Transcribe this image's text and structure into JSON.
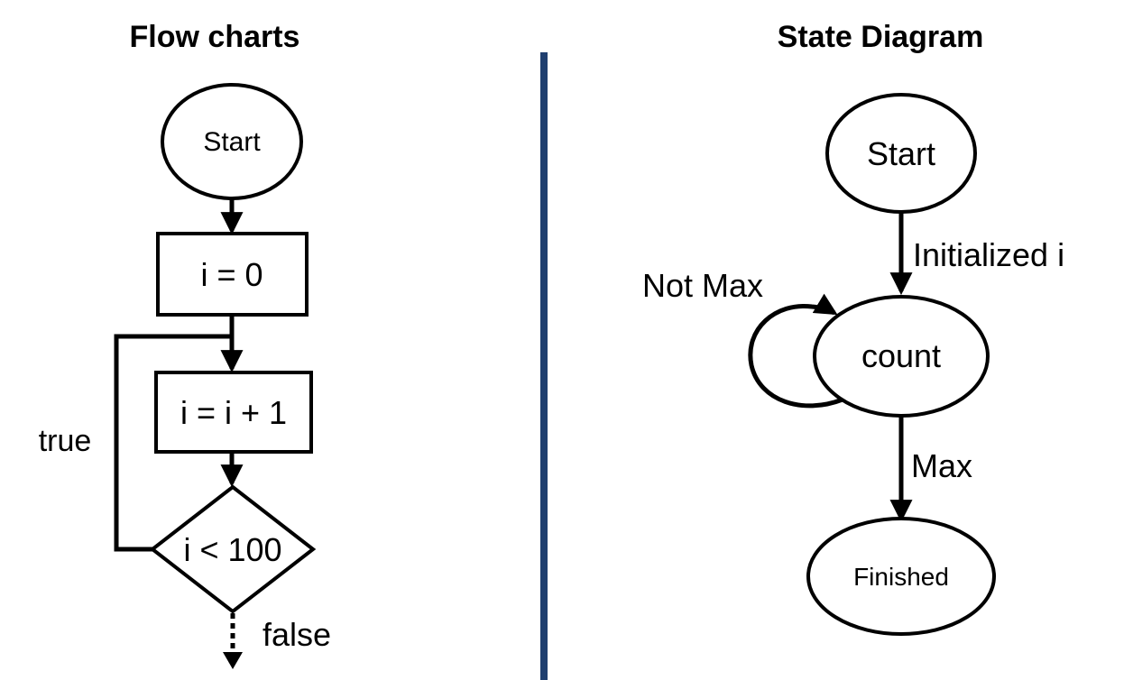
{
  "flow_chart": {
    "title": "Flow charts",
    "start_label": "Start",
    "init_label": "i = 0",
    "increment_label": "i = i + 1",
    "condition_label": "i < 100",
    "true_label": "true",
    "false_label": "false"
  },
  "state_diagram": {
    "title": "State Diagram",
    "start_label": "Start",
    "count_label": "count",
    "finished_label": "Finished",
    "initialized_label": "Initialized i",
    "not_max_label": "Not Max",
    "max_label": "Max"
  },
  "colors": {
    "divider": "#1f3f6f",
    "stroke": "#000000",
    "text": "#000000"
  }
}
